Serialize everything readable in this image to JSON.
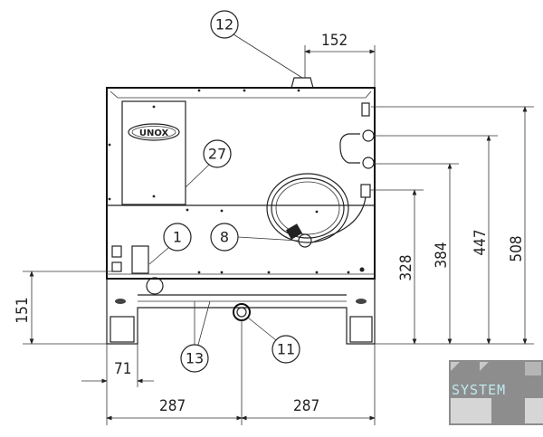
{
  "title": "Rear view dimension drawing",
  "logo_text": "UNOX",
  "watermark_text": "SYSTEM",
  "callouts": {
    "c12": "12",
    "c27": "27",
    "c1": "1",
    "c8": "8",
    "c13": "13",
    "c11": "11"
  },
  "dimensions": {
    "top_offset": "152",
    "height_508": "508",
    "height_447": "447",
    "height_384": "384",
    "height_328": "328",
    "left_height": "151",
    "left_offset": "71",
    "width_left": "287",
    "width_right": "287"
  }
}
